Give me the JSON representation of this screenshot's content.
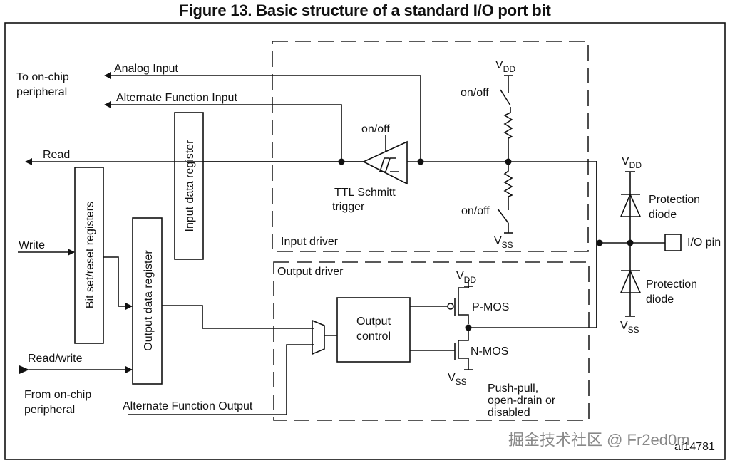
{
  "title": "Figure 13. Basic structure of a standard I/O port bit",
  "labels": {
    "to_on_chip": [
      "To on-chip",
      "peripheral"
    ],
    "analog_input": "Analog Input",
    "alt_func_input": "Alternate Function Input",
    "read": "Read",
    "write": "Write",
    "read_write": "Read/write",
    "from_on_chip": [
      "From on-chip",
      "peripheral"
    ],
    "alt_func_output": "Alternate Function Output",
    "input_data_register": "Input data register",
    "bit_set_reset_registers": "Bit set/reset registers",
    "output_data_register": "Output data register",
    "on_off": "on/off",
    "ttl_schmitt": [
      "TTL Schmitt",
      "trigger"
    ],
    "vdd_main": "V",
    "vdd_sub": "DD",
    "vss_main": "V",
    "vss_sub": "SS",
    "input_driver": "Input driver",
    "output_driver": "Output driver",
    "output_control": [
      "Output",
      "control"
    ],
    "pmos": "P-MOS",
    "nmos": "N-MOS",
    "push_pull": [
      "Push-pull,",
      "open-drain or",
      "disabled"
    ],
    "protection_diode": [
      "Protection",
      "diode"
    ],
    "io_pin": "I/O pin",
    "ref_code": "ai14781",
    "watermark": "掘金技术社区 @ Fr2ed0m"
  }
}
